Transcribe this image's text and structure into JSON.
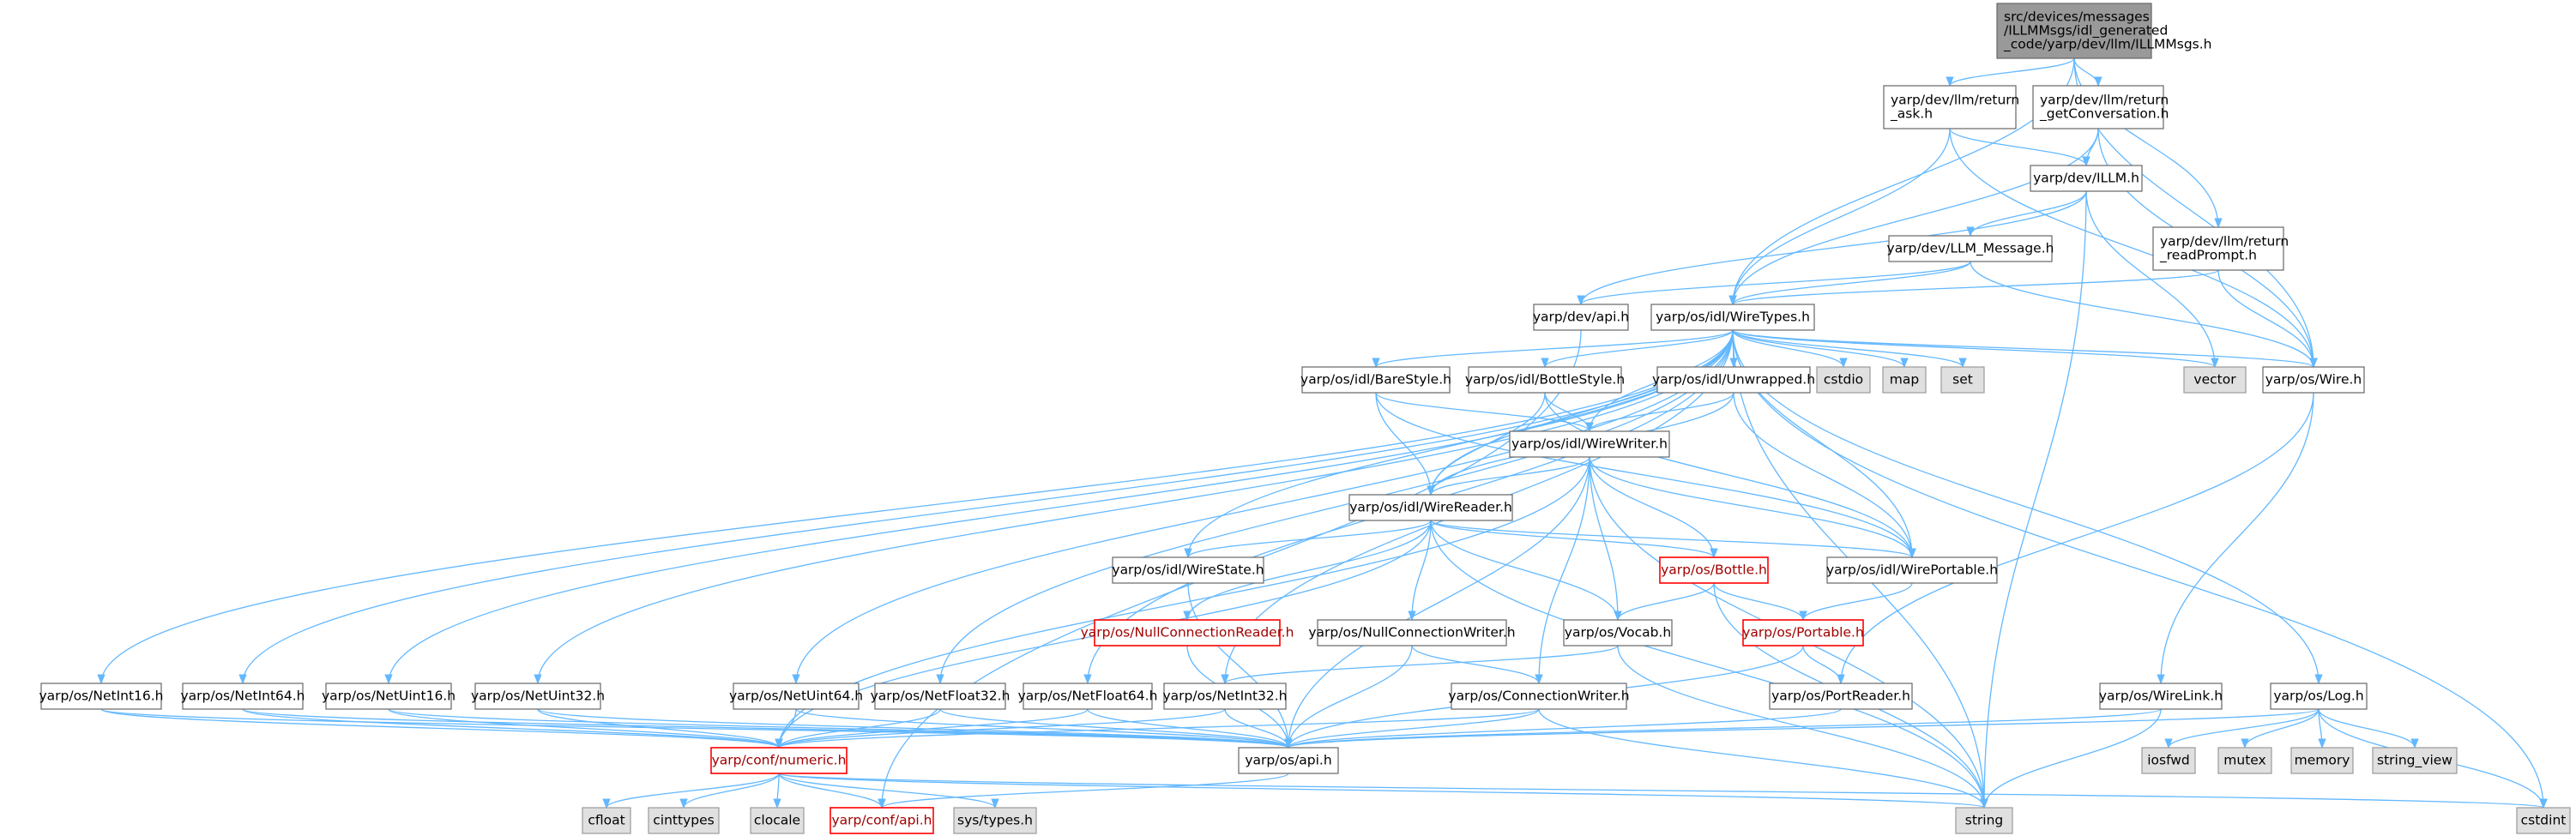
{
  "graph": {
    "nodes": [
      {
        "id": "root",
        "lines": [
          "src/devices/messages",
          "/ILLMMsgs/idl_generated",
          "_code/yarp/dev/llm/ILLMMsgs.h"
        ],
        "style": "root"
      },
      {
        "id": "ret_ask",
        "lines": [
          "yarp/dev/llm/return",
          "_ask.h"
        ],
        "style": "normal"
      },
      {
        "id": "ret_getconv",
        "lines": [
          "yarp/dev/llm/return",
          "_getConversation.h"
        ],
        "style": "normal"
      },
      {
        "id": "illm",
        "lines": [
          "yarp/dev/ILLM.h"
        ],
        "style": "normal"
      },
      {
        "id": "ret_readprompt",
        "lines": [
          "yarp/dev/llm/return",
          "_readPrompt.h"
        ],
        "style": "normal"
      },
      {
        "id": "llm_message",
        "lines": [
          "yarp/dev/LLM_Message.h"
        ],
        "style": "normal"
      },
      {
        "id": "dev_api",
        "lines": [
          "yarp/dev/api.h"
        ],
        "style": "normal"
      },
      {
        "id": "wiretypes",
        "lines": [
          "yarp/os/idl/WireTypes.h"
        ],
        "style": "normal"
      },
      {
        "id": "cstdio",
        "lines": [
          "cstdio"
        ],
        "style": "sys"
      },
      {
        "id": "map",
        "lines": [
          "map"
        ],
        "style": "sys"
      },
      {
        "id": "set",
        "lines": [
          "set"
        ],
        "style": "sys"
      },
      {
        "id": "vector",
        "lines": [
          "vector"
        ],
        "style": "sys"
      },
      {
        "id": "os_wire",
        "lines": [
          "yarp/os/Wire.h"
        ],
        "style": "normal"
      },
      {
        "id": "barestyle",
        "lines": [
          "yarp/os/idl/BareStyle.h"
        ],
        "style": "normal"
      },
      {
        "id": "bottlestyle",
        "lines": [
          "yarp/os/idl/BottleStyle.h"
        ],
        "style": "normal"
      },
      {
        "id": "unwrapped",
        "lines": [
          "yarp/os/idl/Unwrapped.h"
        ],
        "style": "normal"
      },
      {
        "id": "wirewriter",
        "lines": [
          "yarp/os/idl/WireWriter.h"
        ],
        "style": "normal"
      },
      {
        "id": "wirereader",
        "lines": [
          "yarp/os/idl/WireReader.h"
        ],
        "style": "normal"
      },
      {
        "id": "wirestate",
        "lines": [
          "yarp/os/idl/WireState.h"
        ],
        "style": "normal"
      },
      {
        "id": "bottle",
        "lines": [
          "yarp/os/Bottle.h"
        ],
        "style": "trunc"
      },
      {
        "id": "wireportable",
        "lines": [
          "yarp/os/idl/WirePortable.h"
        ],
        "style": "normal"
      },
      {
        "id": "nullconnreader",
        "lines": [
          "yarp/os/NullConnectionReader.h"
        ],
        "style": "trunc"
      },
      {
        "id": "nullconnwriter",
        "lines": [
          "yarp/os/NullConnectionWriter.h"
        ],
        "style": "normal"
      },
      {
        "id": "vocab",
        "lines": [
          "yarp/os/Vocab.h"
        ],
        "style": "normal"
      },
      {
        "id": "portable",
        "lines": [
          "yarp/os/Portable.h"
        ],
        "style": "trunc"
      },
      {
        "id": "netint16",
        "lines": [
          "yarp/os/NetInt16.h"
        ],
        "style": "normal"
      },
      {
        "id": "netint64",
        "lines": [
          "yarp/os/NetInt64.h"
        ],
        "style": "normal"
      },
      {
        "id": "netuint16",
        "lines": [
          "yarp/os/NetUint16.h"
        ],
        "style": "normal"
      },
      {
        "id": "netuint32",
        "lines": [
          "yarp/os/NetUint32.h"
        ],
        "style": "normal"
      },
      {
        "id": "netuint64",
        "lines": [
          "yarp/os/NetUint64.h"
        ],
        "style": "normal"
      },
      {
        "id": "netfloat32",
        "lines": [
          "yarp/os/NetFloat32.h"
        ],
        "style": "normal"
      },
      {
        "id": "netfloat64",
        "lines": [
          "yarp/os/NetFloat64.h"
        ],
        "style": "normal"
      },
      {
        "id": "netint32",
        "lines": [
          "yarp/os/NetInt32.h"
        ],
        "style": "normal"
      },
      {
        "id": "connwriter",
        "lines": [
          "yarp/os/ConnectionWriter.h"
        ],
        "style": "normal"
      },
      {
        "id": "portreader",
        "lines": [
          "yarp/os/PortReader.h"
        ],
        "style": "normal"
      },
      {
        "id": "wirelink",
        "lines": [
          "yarp/os/WireLink.h"
        ],
        "style": "normal"
      },
      {
        "id": "log",
        "lines": [
          "yarp/os/Log.h"
        ],
        "style": "normal"
      },
      {
        "id": "numeric",
        "lines": [
          "yarp/conf/numeric.h"
        ],
        "style": "trunc"
      },
      {
        "id": "os_api",
        "lines": [
          "yarp/os/api.h"
        ],
        "style": "normal"
      },
      {
        "id": "iosfwd",
        "lines": [
          "iosfwd"
        ],
        "style": "sys"
      },
      {
        "id": "mutex",
        "lines": [
          "mutex"
        ],
        "style": "sys"
      },
      {
        "id": "memory",
        "lines": [
          "memory"
        ],
        "style": "sys"
      },
      {
        "id": "string_view",
        "lines": [
          "string_view"
        ],
        "style": "sys"
      },
      {
        "id": "cfloat",
        "lines": [
          "cfloat"
        ],
        "style": "sys"
      },
      {
        "id": "cinttypes",
        "lines": [
          "cinttypes"
        ],
        "style": "sys"
      },
      {
        "id": "clocale",
        "lines": [
          "clocale"
        ],
        "style": "sys"
      },
      {
        "id": "conf_api",
        "lines": [
          "yarp/conf/api.h"
        ],
        "style": "trunc"
      },
      {
        "id": "systypes",
        "lines": [
          "sys/types.h"
        ],
        "style": "sys"
      },
      {
        "id": "string",
        "lines": [
          "string"
        ],
        "style": "sys"
      },
      {
        "id": "cstdint",
        "lines": [
          "cstdint"
        ],
        "style": "sys"
      }
    ],
    "edges": [
      [
        "root",
        "ret_ask"
      ],
      [
        "root",
        "ret_getconv"
      ],
      [
        "root",
        "ret_readprompt"
      ],
      [
        "root",
        "wiretypes"
      ],
      [
        "root",
        "os_wire"
      ],
      [
        "ret_ask",
        "illm"
      ],
      [
        "ret_ask",
        "wiretypes"
      ],
      [
        "ret_ask",
        "os_wire"
      ],
      [
        "ret_getconv",
        "illm"
      ],
      [
        "ret_getconv",
        "wiretypes"
      ],
      [
        "ret_getconv",
        "os_wire"
      ],
      [
        "illm",
        "llm_message"
      ],
      [
        "illm",
        "dev_api"
      ],
      [
        "illm",
        "vector"
      ],
      [
        "illm",
        "string"
      ],
      [
        "ret_readprompt",
        "wiretypes"
      ],
      [
        "ret_readprompt",
        "os_wire"
      ],
      [
        "llm_message",
        "dev_api"
      ],
      [
        "llm_message",
        "wiretypes"
      ],
      [
        "llm_message",
        "os_wire"
      ],
      [
        "dev_api",
        "conf_api"
      ],
      [
        "wiretypes",
        "cstdio"
      ],
      [
        "wiretypes",
        "map"
      ],
      [
        "wiretypes",
        "set"
      ],
      [
        "wiretypes",
        "vector"
      ],
      [
        "wiretypes",
        "os_wire"
      ],
      [
        "wiretypes",
        "barestyle"
      ],
      [
        "wiretypes",
        "bottlestyle"
      ],
      [
        "wiretypes",
        "unwrapped"
      ],
      [
        "wiretypes",
        "wirewriter"
      ],
      [
        "wiretypes",
        "wirereader"
      ],
      [
        "wiretypes",
        "wirestate"
      ],
      [
        "wiretypes",
        "wireportable"
      ],
      [
        "wiretypes",
        "netint16"
      ],
      [
        "wiretypes",
        "netint64"
      ],
      [
        "wiretypes",
        "netuint16"
      ],
      [
        "wiretypes",
        "netuint32"
      ],
      [
        "wiretypes",
        "netuint64"
      ],
      [
        "wiretypes",
        "netfloat32"
      ],
      [
        "wiretypes",
        "netfloat64"
      ],
      [
        "wiretypes",
        "netint32"
      ],
      [
        "wiretypes",
        "log"
      ],
      [
        "wiretypes",
        "string"
      ],
      [
        "wiretypes",
        "cstdint"
      ],
      [
        "os_wire",
        "portreader"
      ],
      [
        "os_wire",
        "wirelink"
      ],
      [
        "barestyle",
        "wirewriter"
      ],
      [
        "barestyle",
        "wirereader"
      ],
      [
        "barestyle",
        "wireportable"
      ],
      [
        "bottlestyle",
        "wirewriter"
      ],
      [
        "bottlestyle",
        "wirereader"
      ],
      [
        "bottlestyle",
        "wireportable"
      ],
      [
        "unwrapped",
        "wirewriter"
      ],
      [
        "unwrapped",
        "wirereader"
      ],
      [
        "unwrapped",
        "wireportable"
      ],
      [
        "wirewriter",
        "wirereader"
      ],
      [
        "wirewriter",
        "wireportable"
      ],
      [
        "wirewriter",
        "bottle"
      ],
      [
        "wirewriter",
        "vocab"
      ],
      [
        "wirewriter",
        "connwriter"
      ],
      [
        "wirewriter",
        "numeric"
      ],
      [
        "wirewriter",
        "os_api"
      ],
      [
        "wirewriter",
        "string"
      ],
      [
        "wirereader",
        "wirestate"
      ],
      [
        "wirereader",
        "wireportable"
      ],
      [
        "wirereader",
        "bottle"
      ],
      [
        "wirereader",
        "nullconnreader"
      ],
      [
        "wirereader",
        "nullconnwriter"
      ],
      [
        "wirereader",
        "vocab"
      ],
      [
        "wirereader",
        "numeric"
      ],
      [
        "wirereader",
        "string"
      ],
      [
        "wirestate",
        "os_api"
      ],
      [
        "bottle",
        "portable"
      ],
      [
        "bottle",
        "vocab"
      ],
      [
        "bottle",
        "string"
      ],
      [
        "wireportable",
        "portable"
      ],
      [
        "nullconnreader",
        "os_api"
      ],
      [
        "nullconnwriter",
        "connwriter"
      ],
      [
        "nullconnwriter",
        "os_api"
      ],
      [
        "vocab",
        "netint32"
      ],
      [
        "vocab",
        "string"
      ],
      [
        "portable",
        "portreader"
      ],
      [
        "portable",
        "os_api"
      ],
      [
        "netint16",
        "numeric"
      ],
      [
        "netint16",
        "os_api"
      ],
      [
        "netint64",
        "numeric"
      ],
      [
        "netint64",
        "os_api"
      ],
      [
        "netuint16",
        "numeric"
      ],
      [
        "netuint16",
        "os_api"
      ],
      [
        "netuint32",
        "numeric"
      ],
      [
        "netuint32",
        "os_api"
      ],
      [
        "netuint64",
        "numeric"
      ],
      [
        "netuint64",
        "os_api"
      ],
      [
        "netfloat32",
        "numeric"
      ],
      [
        "netfloat32",
        "os_api"
      ],
      [
        "netfloat64",
        "numeric"
      ],
      [
        "netfloat64",
        "os_api"
      ],
      [
        "netint32",
        "numeric"
      ],
      [
        "netint32",
        "os_api"
      ],
      [
        "connwriter",
        "numeric"
      ],
      [
        "connwriter",
        "os_api"
      ],
      [
        "connwriter",
        "string"
      ],
      [
        "portreader",
        "os_api"
      ],
      [
        "wirelink",
        "os_api"
      ],
      [
        "wirelink",
        "string"
      ],
      [
        "log",
        "os_api"
      ],
      [
        "log",
        "iosfwd"
      ],
      [
        "log",
        "mutex"
      ],
      [
        "log",
        "memory"
      ],
      [
        "log",
        "string_view"
      ],
      [
        "log",
        "cstdint"
      ],
      [
        "numeric",
        "cfloat"
      ],
      [
        "numeric",
        "cinttypes"
      ],
      [
        "numeric",
        "clocale"
      ],
      [
        "numeric",
        "conf_api"
      ],
      [
        "numeric",
        "systypes"
      ],
      [
        "numeric",
        "string"
      ],
      [
        "numeric",
        "cstdint"
      ],
      [
        "os_api",
        "conf_api"
      ]
    ]
  }
}
